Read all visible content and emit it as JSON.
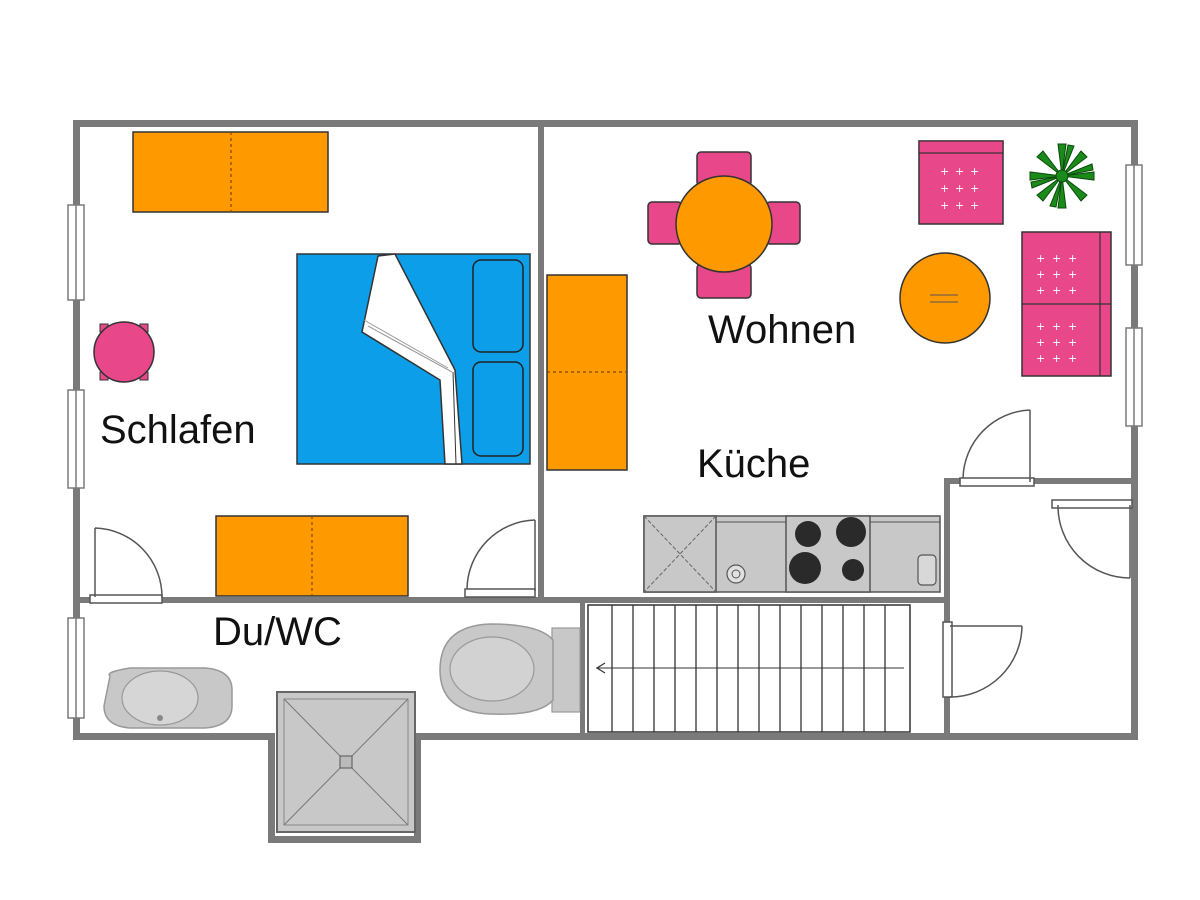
{
  "rooms": {
    "schlafen": "Schlafen",
    "wohnen": "Wohnen",
    "kueche": "Küche",
    "bad": "Du/WC"
  },
  "colors": {
    "wall": "#7a7a7a",
    "furniture": "#ff9900",
    "seating": "#e8488a",
    "bed": "#0c9ee8",
    "sanitary": "#c8c8c8",
    "plant": "#1a8a1a"
  }
}
